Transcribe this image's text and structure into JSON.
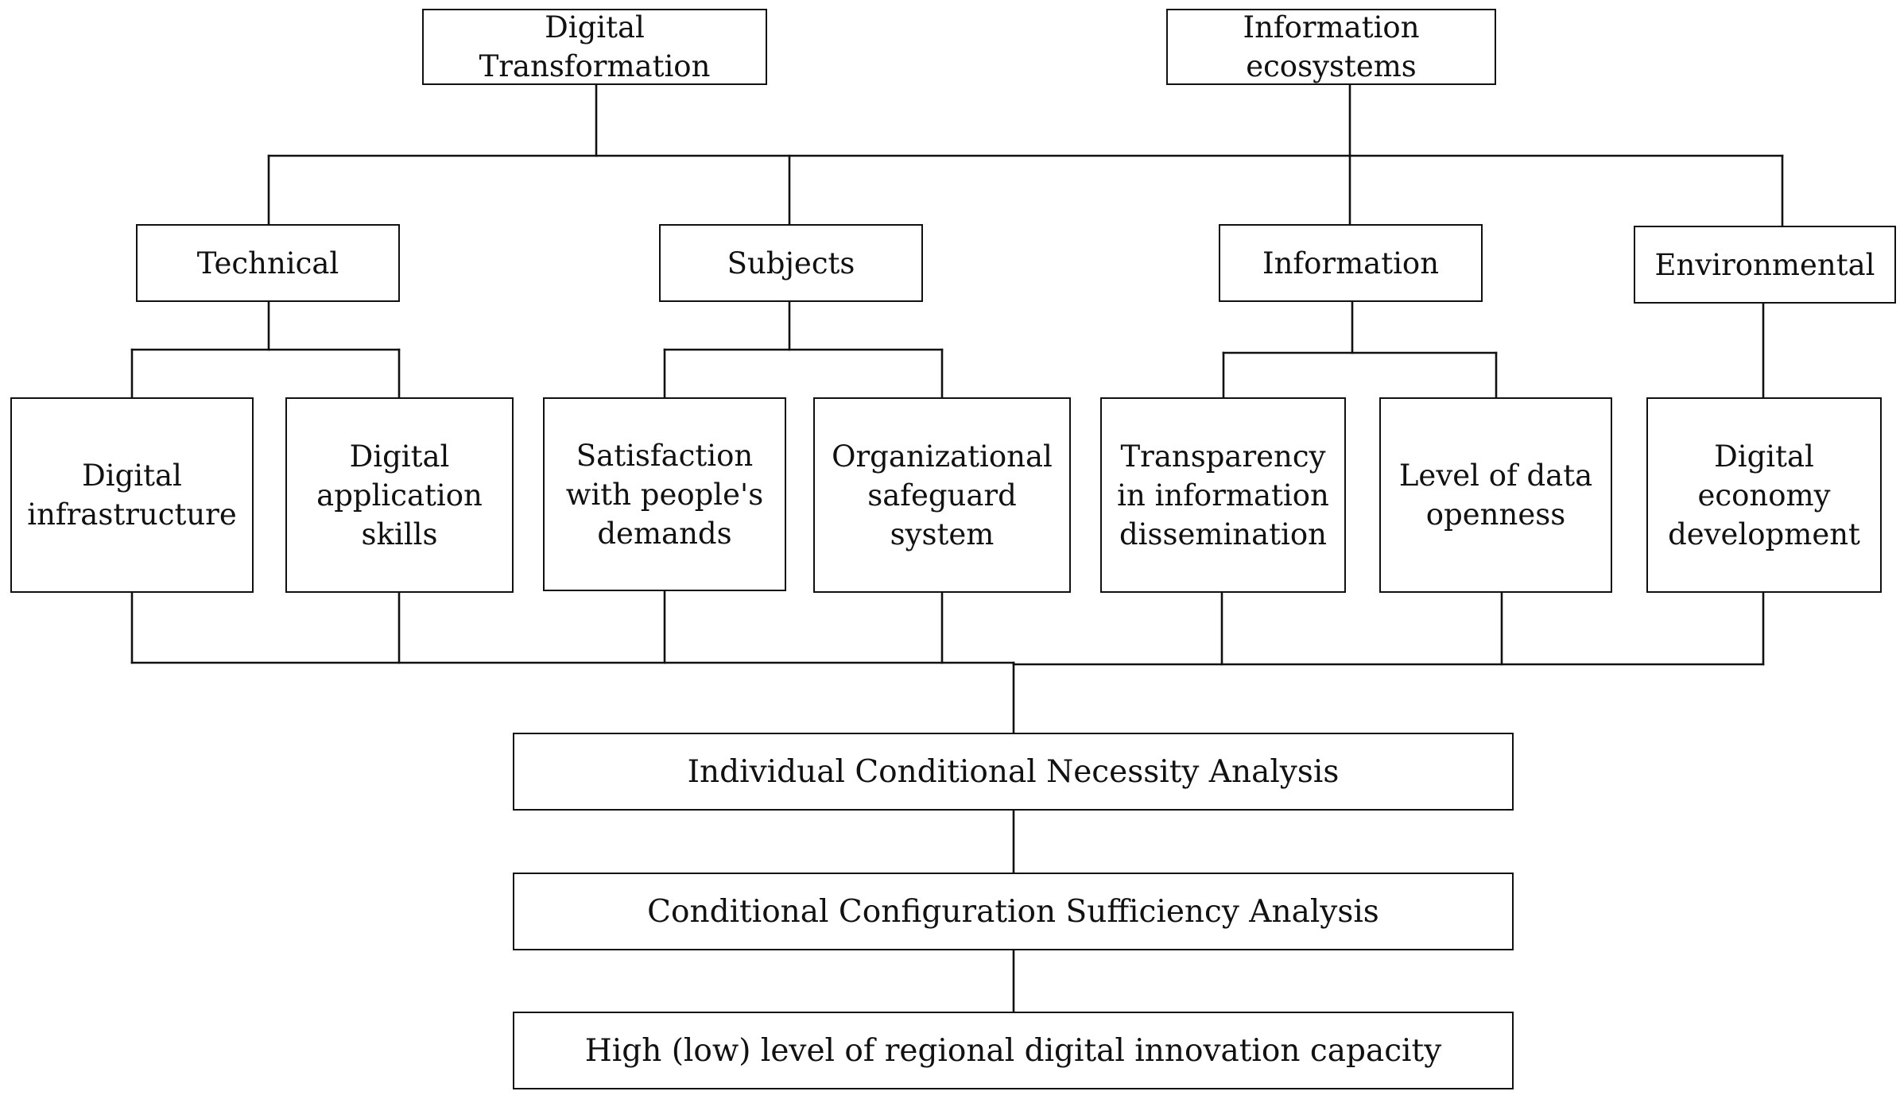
{
  "top": {
    "digital_transformation": "Digital\nTransformation",
    "information_ecosystems": "Information\necosystems"
  },
  "dimensions": {
    "technical": "Technical",
    "subjects": "Subjects",
    "information": "Information",
    "environmental": "Environmental"
  },
  "conditions": {
    "digital_infrastructure": "Digital\ninfrastructure",
    "digital_application_skills": "Digital\napplication\nskills",
    "satisfaction": "Satisfaction\nwith people's\ndemands",
    "organizational_safeguard": "Organizational\nsafeguard\nsystem",
    "transparency": "Transparency\nin information\ndissemination",
    "data_openness": "Level of data\nopenness",
    "digital_economy": "Digital\neconomy\ndevelopment"
  },
  "analysis": {
    "necessity": "Individual Conditional Necessity Analysis",
    "sufficiency": "Conditional Configuration Sufficiency Analysis",
    "outcome": "High (low) level of regional digital innovation capacity"
  }
}
